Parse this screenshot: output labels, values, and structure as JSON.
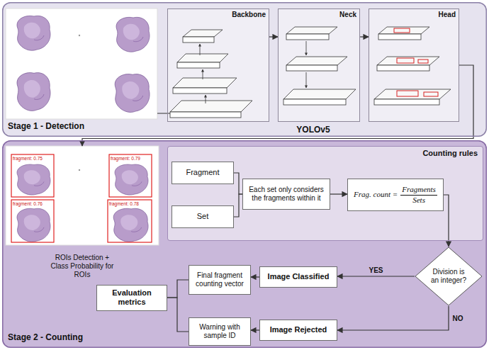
{
  "diagram": {
    "nodes": [
      {
        "text": [
          "Stage 1 - Detection"
        ]
      },
      {
        "text": [
          "Backbone"
        ],
        "in": 0
      },
      {
        "text": [
          "Neck"
        ],
        "in": 0
      },
      {
        "text": [
          "Head"
        ],
        "in": 0
      },
      {
        "text": [
          "Stage 2 - Counting"
        ]
      },
      {
        "text": [
          "ROIs Detection + Class Probability for ROIs"
        ],
        "in": 4
      },
      {
        "text": [
          "Counting rules"
        ],
        "in": 4
      },
      {
        "text": [
          "Fragment"
        ],
        "in": 6
      },
      {
        "text": [
          "Set"
        ],
        "in": 6
      },
      {
        "text": [
          "Each set only considers the fragments within it"
        ],
        "in": 6
      },
      {
        "text": [
          "Frag. count =",
          "Fragments",
          "Sets"
        ],
        "in": 6
      },
      {
        "text": [
          "Division is an integer?"
        ],
        "in": 4
      },
      {
        "text": [
          "Image Classified"
        ],
        "in": 4
      },
      {
        "text": [
          "Image Rejected"
        ],
        "in": 4
      },
      {
        "text": [
          "Final fragment counting vector"
        ],
        "in": 4
      },
      {
        "text": [
          "Warning with sample ID"
        ],
        "in": 4
      },
      {
        "text": [
          "Evaluation metrics"
        ],
        "in": 4
      }
    ],
    "edges": [
      {
        "from": 1,
        "to": 2,
        "arrow": "to"
      },
      {
        "from": 2,
        "to": 3,
        "arrow": "to"
      },
      {
        "from": 3,
        "to": 5,
        "arrow": "to"
      },
      {
        "from": 7,
        "to": 9,
        "arrow": "none"
      },
      {
        "from": 8,
        "to": 9,
        "arrow": "none"
      },
      {
        "from": 9,
        "to": 10,
        "arrow": "to"
      },
      {
        "from": 10,
        "to": 11,
        "arrow": "to"
      },
      {
        "from": 11,
        "to": 12,
        "label": "YES",
        "arrow": "to"
      },
      {
        "from": 11,
        "to": 13,
        "label": "NO",
        "arrow": "to"
      },
      {
        "from": 12,
        "to": 14,
        "arrow": "to"
      },
      {
        "from": 13,
        "to": 15,
        "arrow": "to"
      },
      {
        "from": 14,
        "to": 16,
        "arrow": "none"
      },
      {
        "from": 15,
        "to": 16,
        "arrow": "none"
      }
    ],
    "labels": [
      "YOLOv5",
      "fragment: 0.75",
      "fragment: 0.79",
      "fragment: 0.76",
      "fragment: 0.78"
    ]
  }
}
